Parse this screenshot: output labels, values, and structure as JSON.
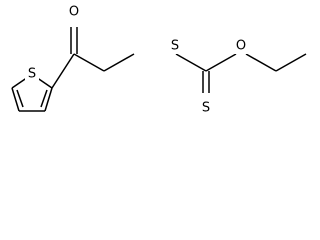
{
  "molecule": {
    "atoms": {
      "thiophene_sulfur": "S",
      "carbonyl_oxygen": "O",
      "thioether_sulfur": "S",
      "ester_oxygen": "O",
      "thione_sulfur": "S"
    }
  }
}
